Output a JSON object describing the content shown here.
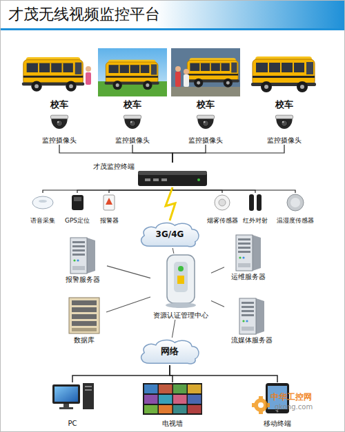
{
  "diagram": {
    "title": "才茂无线视频监控平台",
    "nodes": [
      {
        "text": [
          "校车"
        ]
      },
      {
        "text": [
          "校车"
        ]
      },
      {
        "text": [
          "校车"
        ]
      },
      {
        "text": [
          "校车"
        ]
      },
      {
        "text": [
          "监控摄像头"
        ]
      },
      {
        "text": [
          "监控摄像头"
        ]
      },
      {
        "text": [
          "监控摄像头"
        ]
      },
      {
        "text": [
          "监控摄像头"
        ]
      },
      {
        "text": [
          "才茂监控终端"
        ]
      },
      {
        "text": [
          "语音采集"
        ]
      },
      {
        "text": [
          "GPS定位"
        ]
      },
      {
        "text": [
          "报警器"
        ]
      },
      {
        "text": [
          "烟雾传感器"
        ]
      },
      {
        "text": [
          "红外对射"
        ]
      },
      {
        "text": [
          "温湿度传感器"
        ]
      },
      {
        "text": [
          "3G/4G"
        ]
      },
      {
        "text": [
          "报警服务器"
        ]
      },
      {
        "text": [
          "运维服务器"
        ]
      },
      {
        "text": [
          "资源认证管理中心"
        ]
      },
      {
        "text": [
          "数据库"
        ]
      },
      {
        "text": [
          "流媒体服务器"
        ]
      },
      {
        "text": [
          "网络"
        ]
      },
      {
        "text": [
          "PC"
        ]
      },
      {
        "text": [
          "电视墙"
        ]
      },
      {
        "text": [
          "移动终端"
        ]
      }
    ],
    "edges": [
      {
        "from": 4,
        "to": 8,
        "arrow": "none"
      },
      {
        "from": 5,
        "to": 8,
        "arrow": "none"
      },
      {
        "from": 6,
        "to": 8,
        "arrow": "none"
      },
      {
        "from": 7,
        "to": 8,
        "arrow": "none"
      },
      {
        "from": 9,
        "to": 8,
        "arrow": "none"
      },
      {
        "from": 10,
        "to": 8,
        "arrow": "none"
      },
      {
        "from": 11,
        "to": 8,
        "arrow": "none"
      },
      {
        "from": 12,
        "to": 8,
        "arrow": "none"
      },
      {
        "from": 13,
        "to": 8,
        "arrow": "none"
      },
      {
        "from": 14,
        "to": 8,
        "arrow": "none"
      },
      {
        "from": 8,
        "to": 15,
        "arrow": "none"
      },
      {
        "from": 15,
        "to": 18,
        "arrow": "none"
      },
      {
        "from": 16,
        "to": 18,
        "arrow": "none"
      },
      {
        "from": 17,
        "to": 18,
        "arrow": "none"
      },
      {
        "from": 19,
        "to": 18,
        "arrow": "none"
      },
      {
        "from": 20,
        "to": 18,
        "arrow": "none"
      },
      {
        "from": 18,
        "to": 21,
        "arrow": "none"
      },
      {
        "from": 21,
        "to": 22,
        "arrow": "none"
      },
      {
        "from": 21,
        "to": 23,
        "arrow": "none"
      },
      {
        "from": 21,
        "to": 24,
        "arrow": "none"
      }
    ],
    "labels": [
      "中华工控网",
      "gkong.com"
    ]
  }
}
